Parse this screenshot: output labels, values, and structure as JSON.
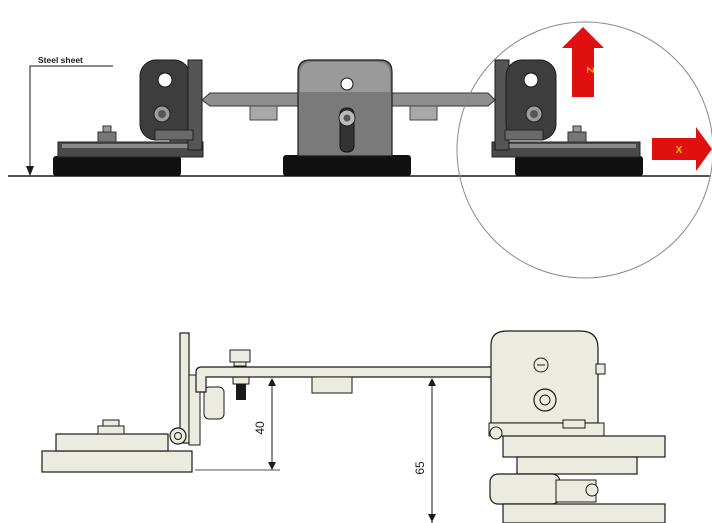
{
  "labels": {
    "steel_sheet": "Steel sheet",
    "axis_z": "Z",
    "axis_x": "X"
  },
  "dimensions": {
    "height_small": "40",
    "height_large": "65"
  },
  "colors": {
    "background": "#ffffff",
    "metal_dark": "#3c3c3c",
    "metal_mid": "#6e6e6e",
    "metal_light": "#bdbdbd",
    "rubber_foot": "#111111",
    "part_cream": "#ecebdf",
    "outline": "#1a1a1a",
    "arrow_red": "#e01010",
    "arrow_text": "#f2c200"
  },
  "icons": [
    "z-axis-arrow-icon",
    "x-axis-arrow-icon",
    "steel-sheet-pointer-icon"
  ]
}
